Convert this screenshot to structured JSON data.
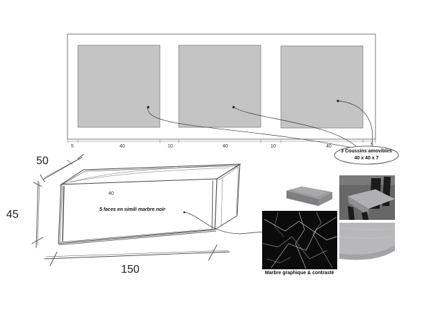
{
  "plan": {
    "dims_top": [
      "5",
      "40",
      "10",
      "40",
      "10",
      "40",
      "5"
    ]
  },
  "sketch": {
    "depth": "50",
    "height": "45",
    "length": "150",
    "inner_40": "40",
    "marble_note": "5 faces en simili marbre noir"
  },
  "callouts": {
    "cushions_line1": "3 Coussins amovibles",
    "cushions_line2": "40 x 40 x 7",
    "marble_caption": "Marbre graphique & contrasté"
  },
  "colors": {
    "cushion_fill": "#c4c4c4",
    "marble": "#0b0b0b",
    "fabric": "#b8b8ba"
  }
}
